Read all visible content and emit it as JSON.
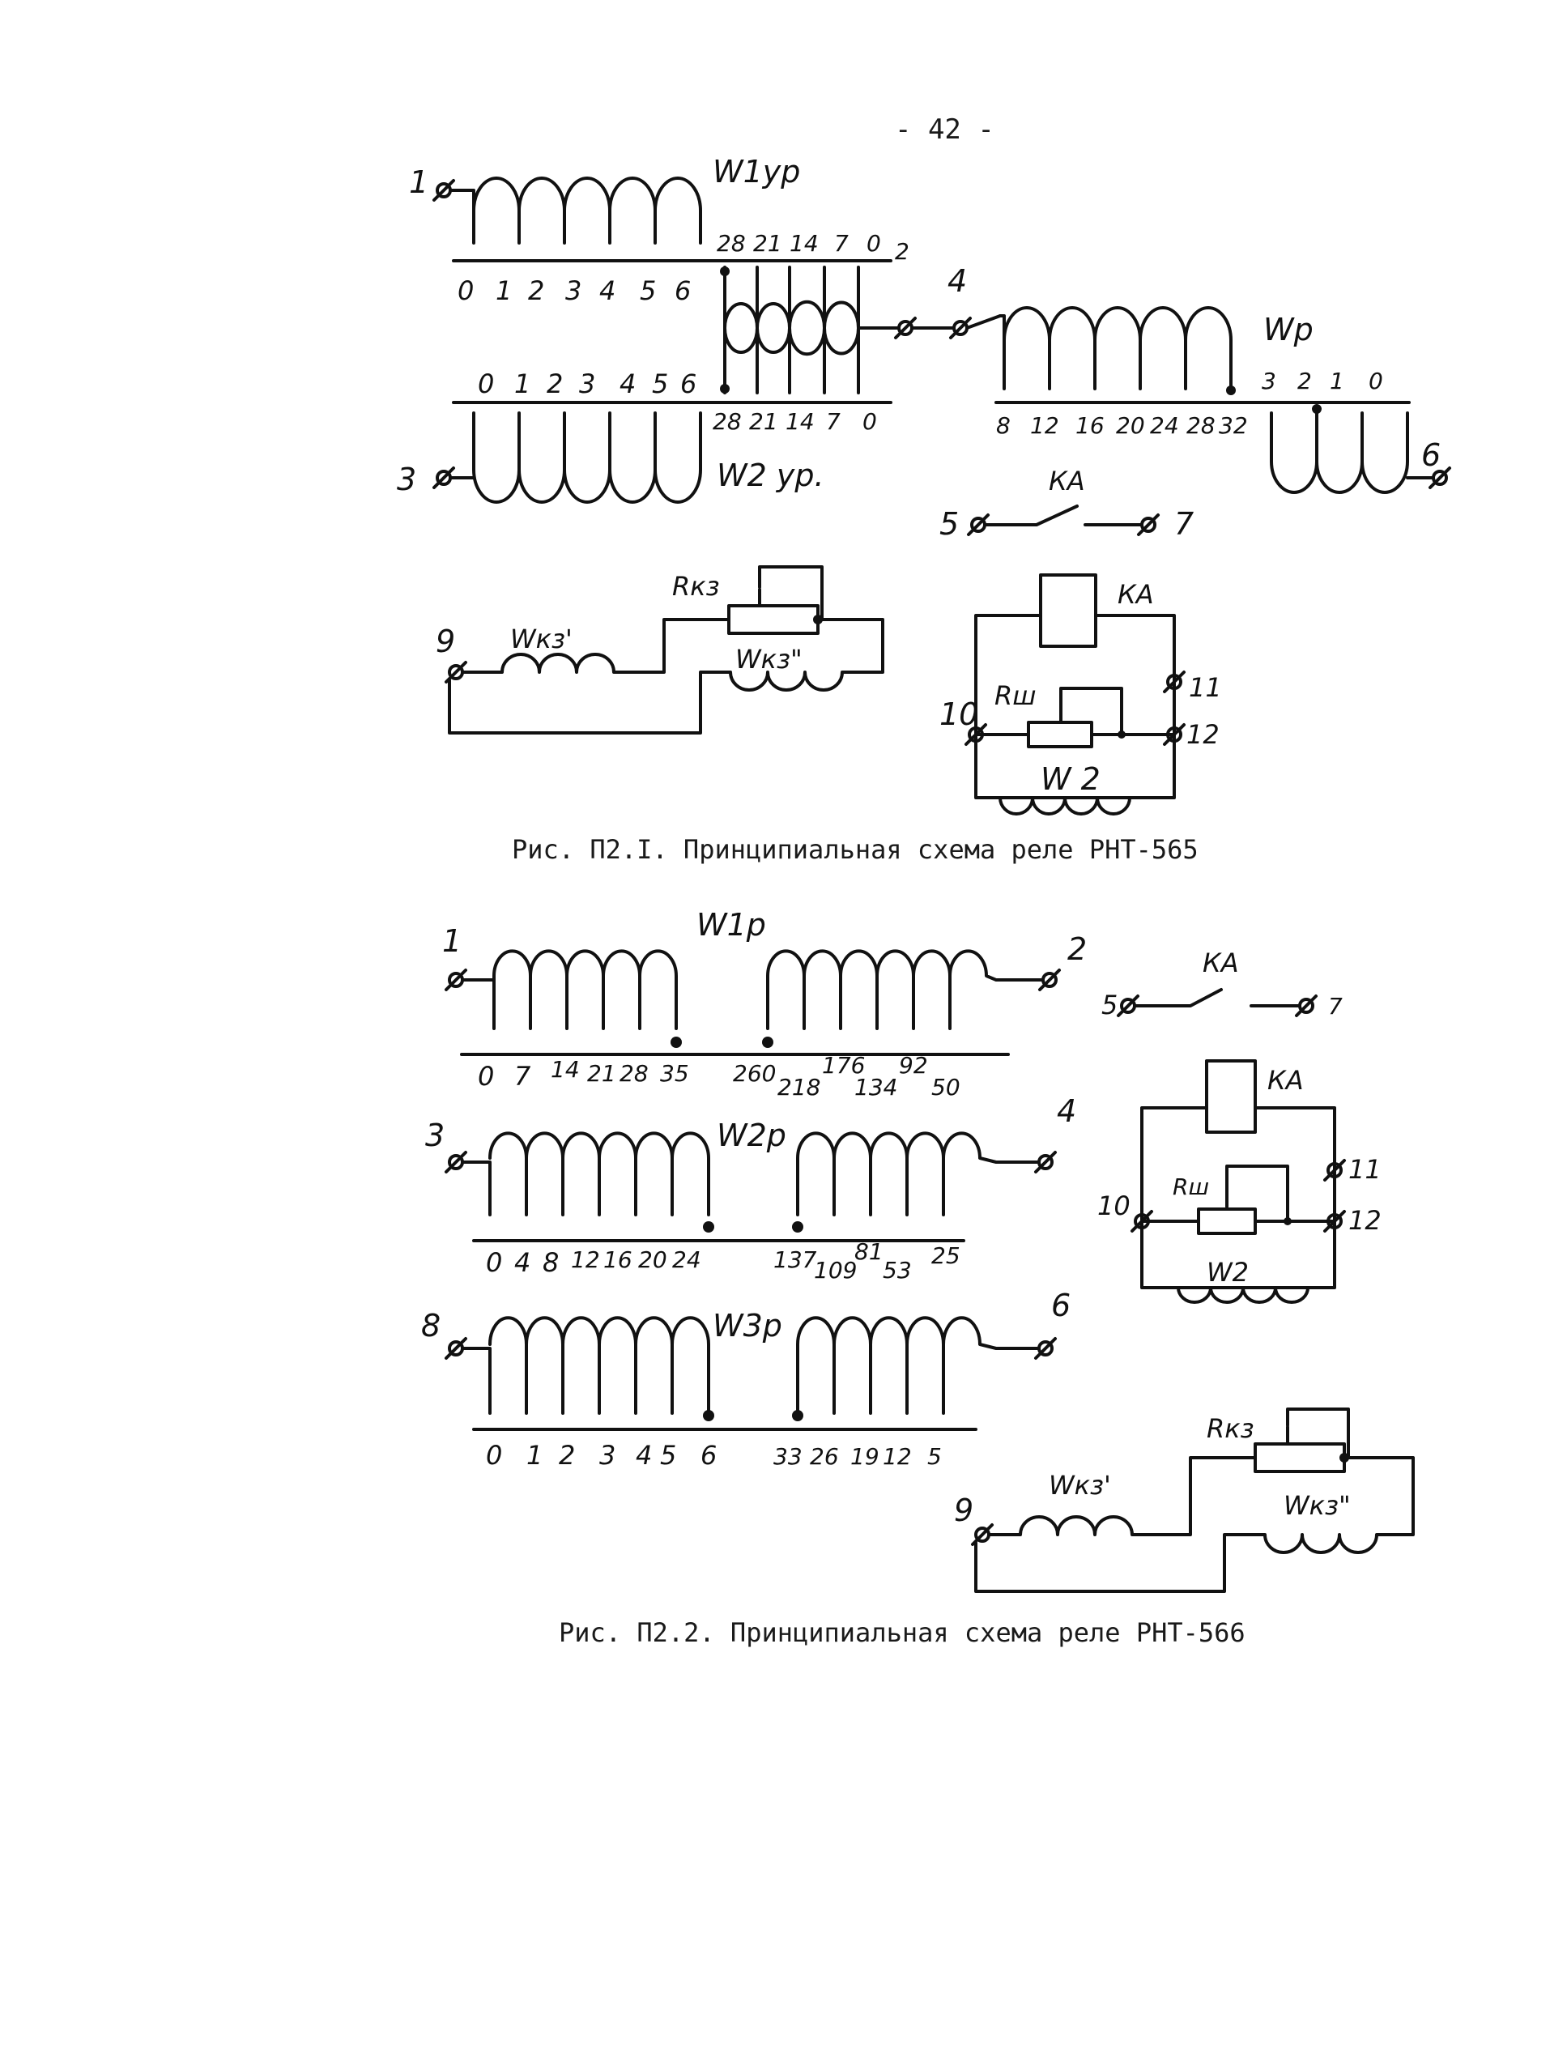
{
  "page_number": "- 42 -",
  "figure1": {
    "caption": "Рис. П2.I. Принципиальная схема реле РНТ-565",
    "w1": {
      "label": "W1уp",
      "terminal": "1",
      "taps": [
        "0",
        "1",
        "2",
        "3",
        "4",
        "5",
        "6"
      ],
      "taps_right": [
        "28",
        "21",
        "14",
        "7",
        "0"
      ]
    },
    "w2": {
      "label": "W2 уp.",
      "terminal": "3",
      "taps": [
        "0",
        "1",
        "2",
        "3",
        "4",
        "5",
        "6"
      ],
      "taps_right": [
        "28",
        "21",
        "14",
        "7",
        "0"
      ]
    },
    "terminal_2": "2",
    "terminal_4": "4",
    "wp": {
      "label": "Wp",
      "taps": [
        "8",
        "12",
        "16",
        "20",
        "24",
        "28",
        "32"
      ],
      "taps_right": [
        "3",
        "2",
        "1",
        "0"
      ],
      "terminal": "6"
    },
    "ka": {
      "label": "КА",
      "terminal_left": "5",
      "terminal_right": "7"
    },
    "kz": {
      "terminal": "9",
      "w_kz1": "Wкз'",
      "r_kz": "Rкз",
      "w_kz2": "Wкз\""
    },
    "shunt": {
      "ka": "КА",
      "r_sh": "Rш",
      "w2": "W 2",
      "t10": "10",
      "t11": "11",
      "t12": "12"
    }
  },
  "figure2": {
    "caption": "Рис. П2.2. Принципиальная схема реле РНТ-566",
    "w1p": {
      "label": "W1p",
      "terminal_left": "1",
      "terminal_right": "2",
      "taps_left": [
        "0",
        "7",
        "14",
        "21",
        "28",
        "35"
      ],
      "taps_right_top": [
        "260",
        "176",
        "92"
      ],
      "taps_right_bottom": [
        "218",
        "134",
        "50"
      ]
    },
    "w2p": {
      "label": "W2p",
      "terminal_left": "3",
      "terminal_right": "4",
      "taps_left": [
        "0",
        "4",
        "8",
        "12",
        "16",
        "20",
        "24"
      ],
      "taps_right": [
        "137",
        "109",
        "81",
        "53",
        "25"
      ]
    },
    "w3p": {
      "label": "W3p",
      "terminal_left": "8",
      "terminal_right": "6",
      "taps_left": [
        "0",
        "1",
        "2",
        "3",
        "4",
        "5",
        "6"
      ],
      "taps_right": [
        "33",
        "26",
        "19",
        "12",
        "5"
      ]
    },
    "ka": {
      "label": "КА",
      "terminal_left": "5",
      "terminal_right": "7"
    },
    "shunt": {
      "ka": "КА",
      "r_sh": "Rш",
      "w2": "W2",
      "t10": "10",
      "t11": "11",
      "t12": "12"
    },
    "kz": {
      "terminal": "9",
      "w_kz1": "Wкз'",
      "r_kz": "Rкз",
      "w_kz2": "Wкз\""
    }
  }
}
